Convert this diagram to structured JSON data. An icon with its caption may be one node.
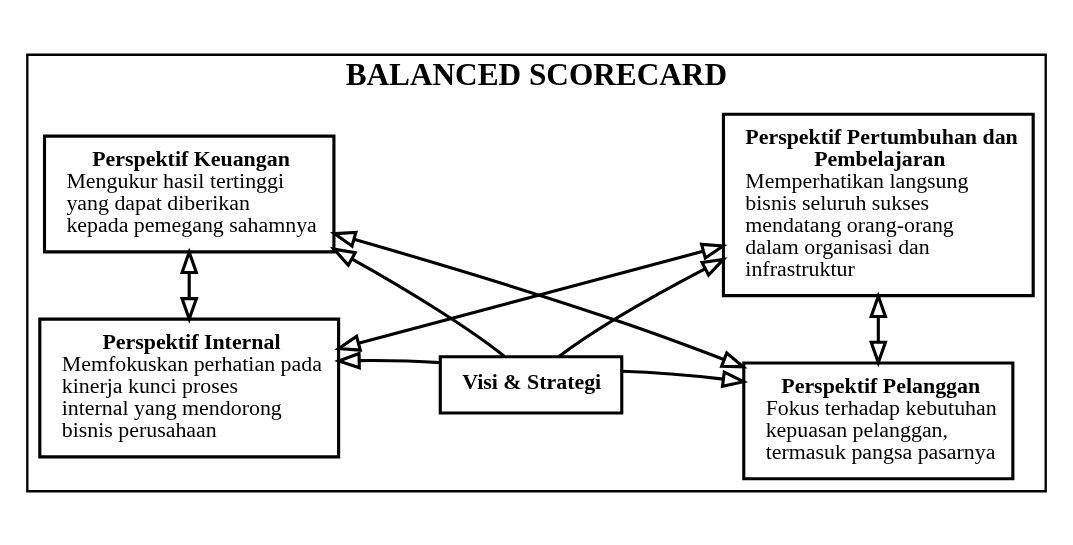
{
  "diagram": {
    "nodes": [
      {
        "text": [
          "BALANCED SCORECARD"
        ]
      },
      {
        "text": [
          "Perspektif Keuangan",
          "Mengukur hasil tertinggi yang dapat diberikan kepada pemegang sahamnya"
        ],
        "in": 0
      },
      {
        "text": [
          "Perspektif Pelanggan",
          "Fokus terhadap kebutuhan kepuasan pelanggan, termasuk pangsa pasarnya"
        ],
        "in": 0
      },
      {
        "text": [
          "Visi & Strategi"
        ],
        "in": 0
      },
      {
        "text": [
          "Perspektif Internal",
          "Memfokuskan perhatian pada kinerja kunci proses internal yang mendorong bisnis perusahaan"
        ],
        "in": 0
      },
      {
        "text": [
          "Perspektif Pertumbuhan dan Pembelajaran",
          "Memperhatikan langsung bisnis seluruh sukses mendatang orang-orang dalam organisasi dan infrastruktur"
        ],
        "in": 0
      }
    ],
    "edges": [
      {
        "from": 1,
        "to": 2,
        "arrow": "both"
      },
      {
        "from": 3,
        "to": 1,
        "arrow": "to"
      },
      {
        "from": 3,
        "to": 2,
        "arrow": "to"
      },
      {
        "from": 1,
        "to": 4,
        "arrow": "both"
      },
      {
        "from": 2,
        "to": 5,
        "arrow": "both"
      },
      {
        "from": 3,
        "to": 4,
        "arrow": "to"
      },
      {
        "from": 3,
        "to": 5,
        "arrow": "to"
      },
      {
        "from": 4,
        "to": 5,
        "arrow": "both"
      }
    ]
  }
}
